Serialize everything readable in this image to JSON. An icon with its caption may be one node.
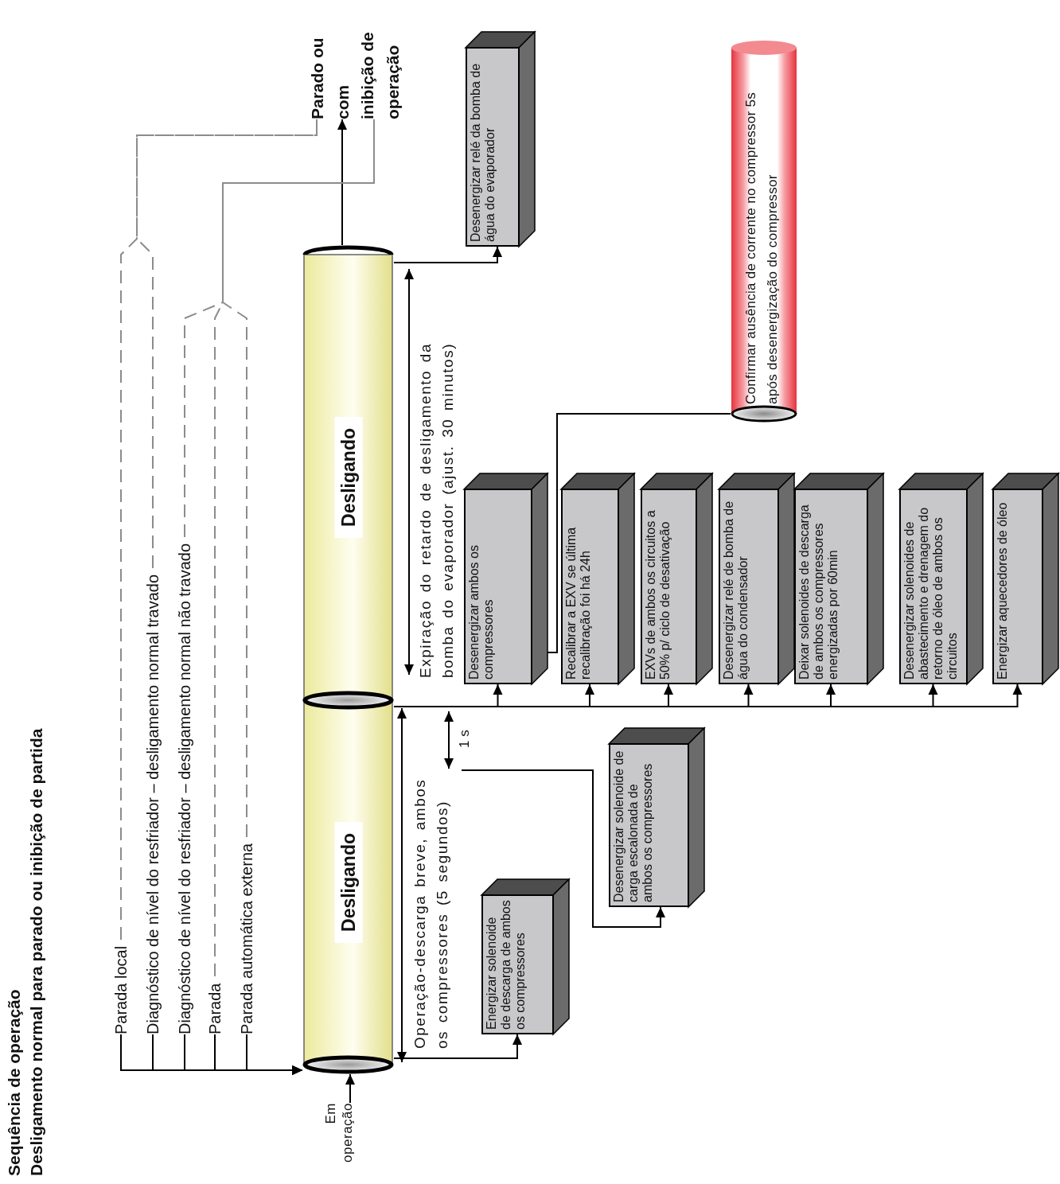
{
  "diagram": {
    "title": "Sequência de operação",
    "nodes": [
      {
        "text": [
          "Parada local"
        ]
      },
      {
        "text": [
          "Diagnóstico de nível do resfriador – desligamento normal travado"
        ]
      },
      {
        "text": [
          "Diagnóstico de nível do resfriador – desligamento normal não travado"
        ]
      },
      {
        "text": [
          "Parada"
        ]
      },
      {
        "text": [
          "Parada automática externa"
        ]
      },
      {
        "text": [
          "Em operação"
        ]
      },
      {
        "text": [
          "Desligando"
        ]
      },
      {
        "text": [
          "Desligando"
        ]
      },
      {
        "text": [
          "Parado ou com inibição de operação"
        ]
      },
      {
        "text": [
          "Energizar solenoide de descarga de ambos os compressores"
        ]
      },
      {
        "text": [
          "Desenergizar solenoide de carga escalonada de ambos os compressores"
        ]
      },
      {
        "text": [
          "Desenergizar ambos os compressores"
        ]
      },
      {
        "text": [
          "Recalibrar a EXV se última recalibração foi há 24h"
        ]
      },
      {
        "text": [
          "EXVs de ambos os circuitos a 50% p/ ciclo de desativação"
        ]
      },
      {
        "text": [
          "Desenergizar relé de bomba de água do condensador"
        ]
      },
      {
        "text": [
          "Deixar solenoides de descarga de ambos os compressores energizadas por 60min"
        ]
      },
      {
        "text": [
          "Desenergizar solenoides de abastecimento e drenagem do retorno de óleo de ambos os circuitos"
        ]
      },
      {
        "text": [
          "Energizar aquecedores de óleo"
        ]
      },
      {
        "text": [
          "Desenergizar relé da bomba de água do evaporador"
        ]
      },
      {
        "text": [
          "Confirmar ausência de corrente no compressor 5s após desenergização do compressor"
        ]
      }
    ],
    "edges": [
      {
        "from": 0,
        "to": 6,
        "arrow": "to"
      },
      {
        "from": 1,
        "to": 6,
        "arrow": "to"
      },
      {
        "from": 2,
        "to": 6,
        "arrow": "to"
      },
      {
        "from": 3,
        "to": 6,
        "arrow": "to"
      },
      {
        "from": 4,
        "to": 6,
        "arrow": "to"
      },
      {
        "from": 5,
        "to": 6,
        "arrow": "to"
      },
      {
        "from": 6,
        "to": 9,
        "arrow": "to"
      },
      {
        "from": null,
        "to": 10,
        "arrow": "to"
      },
      {
        "from": 7,
        "to": 11,
        "arrow": "to"
      },
      {
        "from": 7,
        "to": 12,
        "arrow": "to"
      },
      {
        "from": 7,
        "to": 13,
        "arrow": "to"
      },
      {
        "from": 7,
        "to": 14,
        "arrow": "to"
      },
      {
        "from": 7,
        "to": 15,
        "arrow": "to"
      },
      {
        "from": 7,
        "to": 16,
        "arrow": "to"
      },
      {
        "from": 7,
        "to": 17,
        "arrow": "to"
      },
      {
        "from": 7,
        "to": 18,
        "arrow": "to"
      },
      {
        "from": 7,
        "to": 8,
        "arrow": "to"
      },
      {
        "from": 11,
        "to": 19,
        "arrow": "none"
      },
      {
        "from": 0,
        "to": 8,
        "arrow": "none",
        "style": "dashed",
        "color": "#8c8c8c"
      },
      {
        "from": 1,
        "to": 8,
        "arrow": "none",
        "style": "dashed",
        "color": "#8c8c8c"
      },
      {
        "from": 2,
        "to": 8,
        "arrow": "none",
        "style": "dashed",
        "color": "#8c8c8c"
      },
      {
        "from": 3,
        "to": 8,
        "arrow": "none",
        "style": "dashed",
        "color": "#8c8c8c"
      },
      {
        "from": 4,
        "to": 8,
        "arrow": "none",
        "style": "dashed",
        "color": "#8c8c8c"
      }
    ],
    "labels": [
      "Desligamento normal para parado ou inibição de partida",
      "Operação-descarga breve, ambos os compressores (5 segundos)",
      "Expiração do retardo de desligamento da bomba do evaporador (ajust. 30 minutos)",
      "1 s"
    ]
  }
}
